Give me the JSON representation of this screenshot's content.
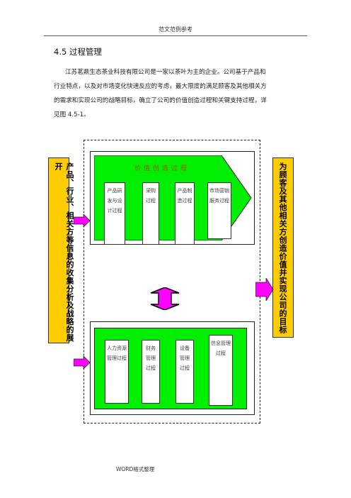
{
  "header": {
    "text": "范文范例参考"
  },
  "section": {
    "title": "4.5  过程管理"
  },
  "paragraph": {
    "line1": "江苏茗鼎生态茶业科技有限公司是一家以茶叶为主的企业。公司基于产品和",
    "line2": "行业特点，以及对市场变化快速反应的考虑，最大限度的满足顾客及其他相关方",
    "line3": "的需求和实现公司的战略目标，确立了公司的价值创造过程和关键支持过程，详",
    "line4": "见图 4.5-1。"
  },
  "diagram": {
    "left_label": "产品、行业、相关方等信息的收集分析及战略的展开",
    "right_label": "为顾客及其他相关方创造价值并实现公司的目标",
    "value_title": "价值创造过程",
    "value_processes": [
      "产品研发与设计过程",
      "采购过程",
      "产品制造过程",
      "市场营销服务过程"
    ],
    "support_processes": [
      "人力资源管理过程",
      "财务管理过程",
      "设备管理过程",
      "信息管理过程"
    ],
    "colors": {
      "green": "#00ee00",
      "yellow": "#ffcc00",
      "magenta": "#ff00ff"
    }
  },
  "footer": {
    "text": "WORD格式整理"
  }
}
